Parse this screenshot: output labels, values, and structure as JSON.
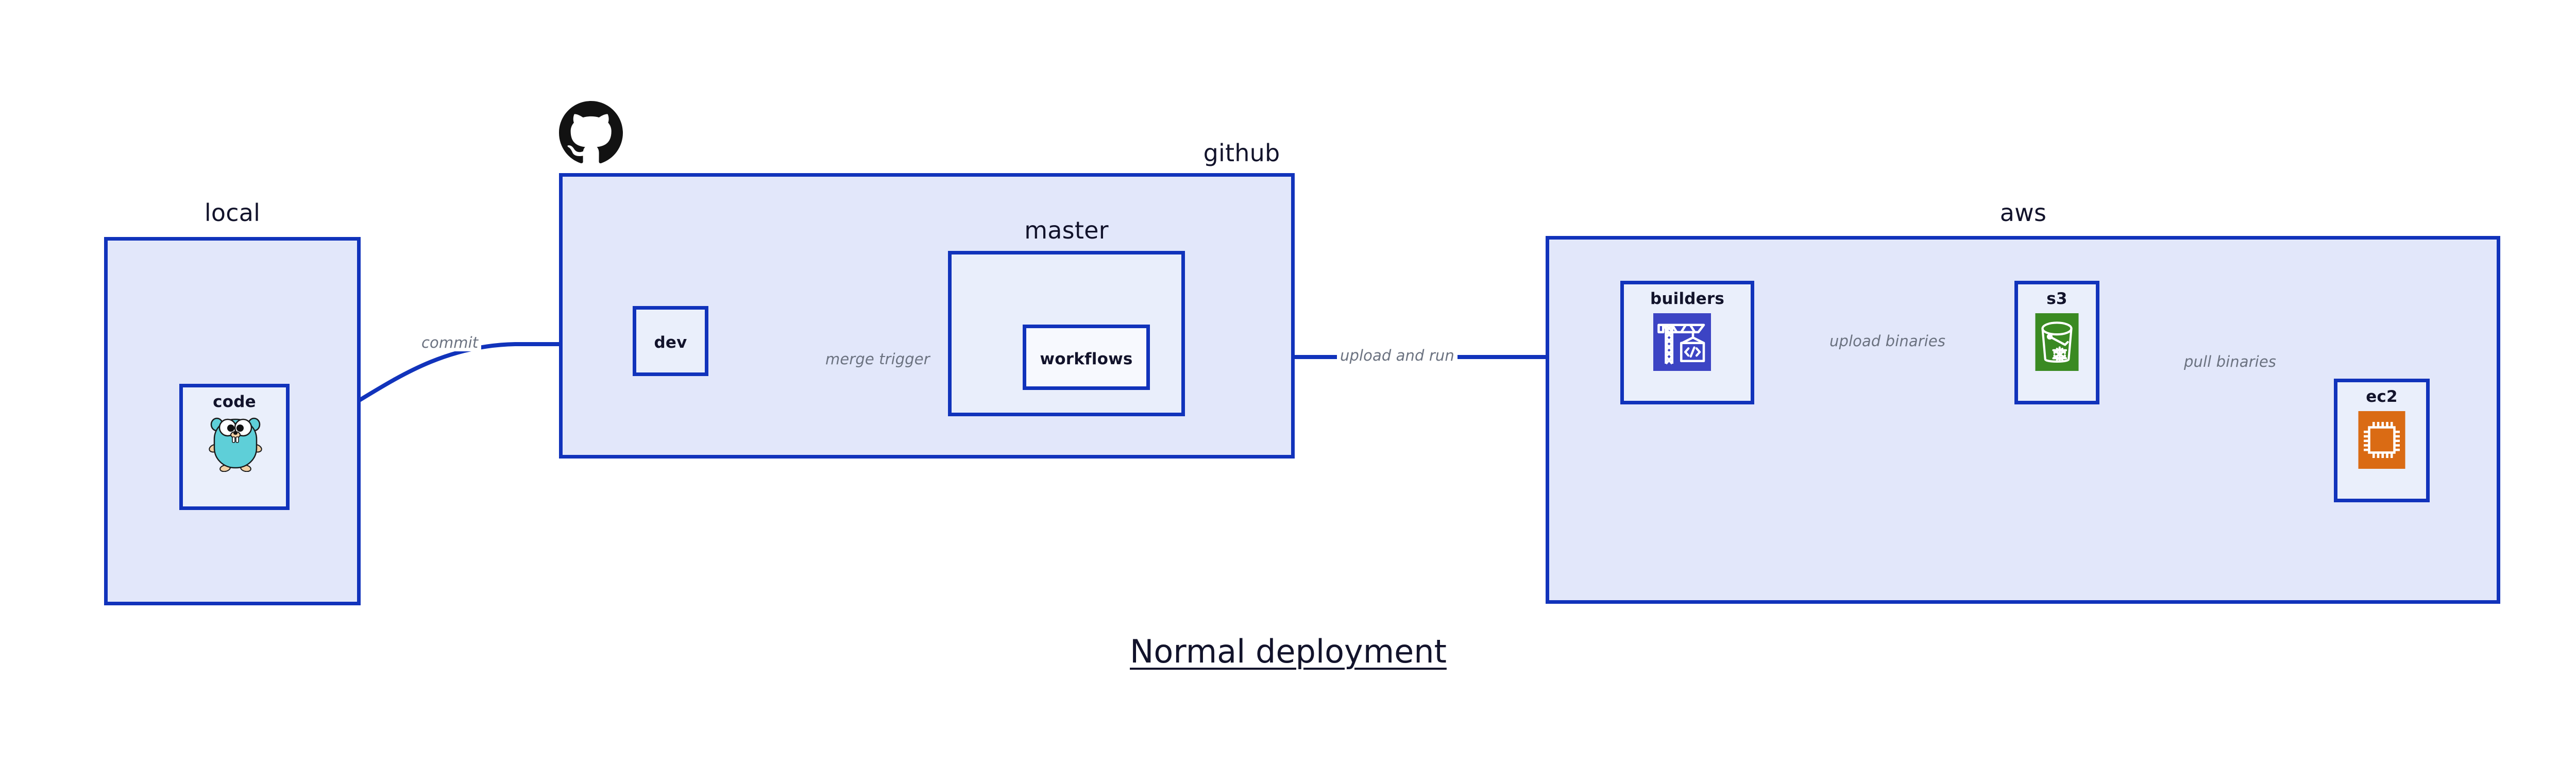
{
  "diagram": {
    "title": "Normal deployment",
    "accent_color": "#1133bb",
    "container_fill": "#e2e7fa",
    "subcontainer_fill": "#e9eefb",
    "node_fill": "#eaeffb",
    "edge_label_color": "#6b7280",
    "text_color": "#12132b",
    "background": "#ffffff"
  },
  "groups": {
    "local": {
      "label": "local"
    },
    "github": {
      "label": "github",
      "logo": "github-octocat-logo"
    },
    "master": {
      "label": "master"
    },
    "aws": {
      "label": "aws"
    }
  },
  "nodes": {
    "code": {
      "label": "code",
      "icon": "go-gopher-icon",
      "icon_color": "#5ecfd8"
    },
    "dev": {
      "label": "dev"
    },
    "workflows": {
      "label": "workflows"
    },
    "builders": {
      "label": "builders",
      "icon": "aws-codebuild-crane-icon",
      "icon_color": "#3c44c4"
    },
    "s3": {
      "label": "s3",
      "icon": "aws-s3-bucket-icon",
      "icon_color": "#3a8a22"
    },
    "ec2": {
      "label": "ec2",
      "icon": "aws-ec2-chip-icon",
      "icon_color": "#da6b14"
    }
  },
  "edges": [
    {
      "id": "code-to-dev",
      "label": "commit",
      "from": "code",
      "to": "dev"
    },
    {
      "id": "dev-to-workflows",
      "label": "merge trigger",
      "from": "dev",
      "to": "workflows"
    },
    {
      "id": "workflows-to-builders",
      "label": "upload and run",
      "from": "workflows",
      "to": "builders"
    },
    {
      "id": "builders-to-s3",
      "label": "upload binaries",
      "from": "builders",
      "to": "s3"
    },
    {
      "id": "s3-to-ec2",
      "label": "pull binaries",
      "from": "s3",
      "to": "ec2"
    }
  ]
}
